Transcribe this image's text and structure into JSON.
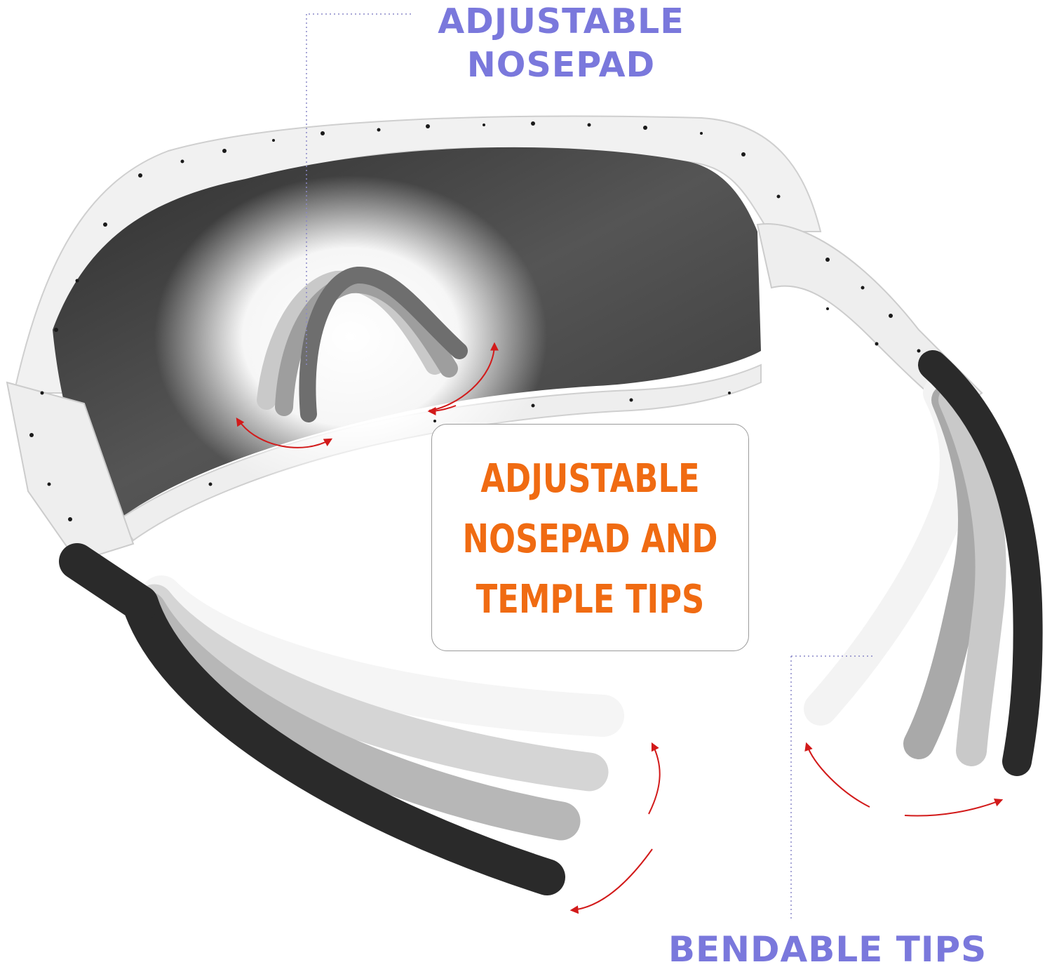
{
  "colors": {
    "callout": "#7a78dc",
    "headline": "#f06b12",
    "arrow": "#d21a1a",
    "frame": "#f1f1f1",
    "lens": "#4a4a4a",
    "temple_tip": "#2a2a2a"
  },
  "labels": {
    "nosepad_callout": [
      "ADJUSTABLE",
      "NOSEPAD"
    ],
    "headline": [
      "ADJUSTABLE",
      "NOSEPAD AND",
      "TEMPLE TIPS"
    ],
    "tips_callout": "BENDABLE TIPS"
  }
}
